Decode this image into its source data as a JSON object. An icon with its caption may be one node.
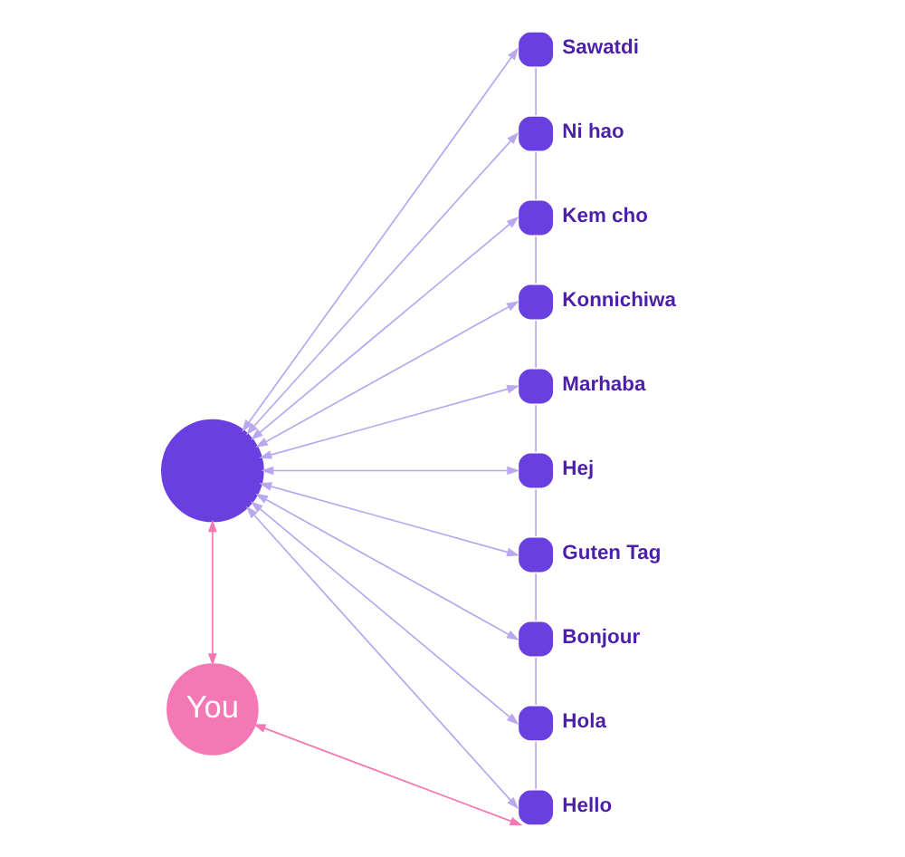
{
  "diagram": {
    "nodes": [
      {
        "text": [],
        "shape": "circle"
      },
      {
        "text": [
          "You"
        ]
      },
      {
        "text": [
          "Sawatdi"
        ]
      },
      {
        "text": [
          "Ni hao"
        ]
      },
      {
        "text": [
          "Kem cho"
        ]
      },
      {
        "text": [
          "Konnichiwa"
        ]
      },
      {
        "text": [
          "Marhaba"
        ]
      },
      {
        "text": [
          "Hej"
        ]
      },
      {
        "text": [
          "Guten Tag"
        ]
      },
      {
        "text": [
          "Bonjour"
        ]
      },
      {
        "text": [
          "Hola"
        ]
      },
      {
        "text": [
          "Hello"
        ]
      }
    ],
    "edges": [
      {
        "from": 0,
        "to": 2,
        "arrow": "both"
      },
      {
        "from": 0,
        "to": 3,
        "arrow": "both"
      },
      {
        "from": 0,
        "to": 4,
        "arrow": "both"
      },
      {
        "from": 0,
        "to": 5,
        "arrow": "both"
      },
      {
        "from": 0,
        "to": 6,
        "arrow": "both"
      },
      {
        "from": 0,
        "to": 7,
        "arrow": "both"
      },
      {
        "from": 0,
        "to": 8,
        "arrow": "both"
      },
      {
        "from": 0,
        "to": 9,
        "arrow": "both"
      },
      {
        "from": 0,
        "to": 10,
        "arrow": "both"
      },
      {
        "from": 0,
        "to": 11,
        "arrow": "both"
      },
      {
        "from": 2,
        "to": 3,
        "arrow": "none"
      },
      {
        "from": 3,
        "to": 4,
        "arrow": "none"
      },
      {
        "from": 4,
        "to": 5,
        "arrow": "none"
      },
      {
        "from": 5,
        "to": 6,
        "arrow": "none"
      },
      {
        "from": 6,
        "to": 7,
        "arrow": "none"
      },
      {
        "from": 7,
        "to": 8,
        "arrow": "none"
      },
      {
        "from": 8,
        "to": 9,
        "arrow": "none"
      },
      {
        "from": 9,
        "to": 10,
        "arrow": "none"
      },
      {
        "from": 10,
        "to": 11,
        "arrow": "none"
      },
      {
        "from": 0,
        "to": 1,
        "arrow": "both",
        "color": "#f478b4"
      },
      {
        "from": 1,
        "to": 11,
        "arrow": "both",
        "color": "#f478b4"
      }
    ]
  }
}
